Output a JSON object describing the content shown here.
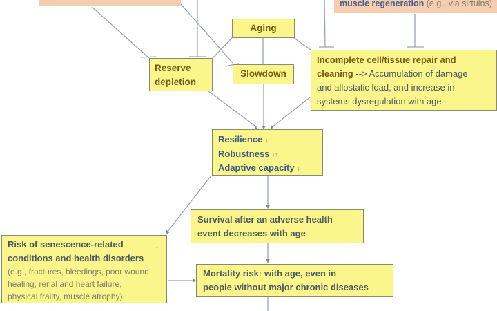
{
  "diagram": {
    "top_left_box": {
      "text": ""
    },
    "top_right_box": {
      "bold": "muscle regeneration",
      "normal": "(e.g., via sirtuins)"
    },
    "aging": {
      "label": "Aging"
    },
    "reserve": {
      "line1": "Reserve",
      "line2": "depletion"
    },
    "slowdown": {
      "label": "Slowdown"
    },
    "incomplete": {
      "bold1": "Incomplete cell/tissue repair and",
      "bold2": "cleaning",
      "rest2": " --> Accumulation of damage",
      "line3": "and allostatic load, and increase in",
      "line4": "systems dysregulation with age"
    },
    "resilience": {
      "items": [
        {
          "label": "Resilience",
          "trend": "↓"
        },
        {
          "label": "Robustness",
          "trend": "↓↑"
        },
        {
          "label": "Adaptive capacity",
          "trend": "↓"
        }
      ]
    },
    "survival": {
      "line1": "Survival after an adverse health",
      "line2": "event decreases with age"
    },
    "risk": {
      "line1": "Risk of senescence-related",
      "line2": "conditions and health disorders",
      "trend": "↑",
      "detail1": "(e.g., fractures, bleedings, poor wound",
      "detail2": "healing, renal and heart failure,",
      "detail3": "physical frailty, muscle atrophy)"
    },
    "mortality": {
      "part1": "Mortality risk",
      "trend": "↑",
      "part2": " with age, even in",
      "line2": "people without major chronic diseases"
    }
  }
}
